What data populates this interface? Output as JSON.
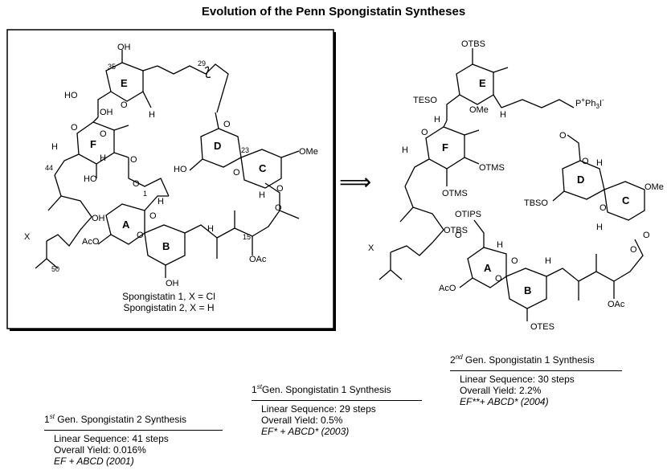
{
  "title": "Evolution of the Penn Spongistatin Syntheses",
  "left_structure": {
    "caption": [
      "Spongistatin 1, X = Cl",
      "Spongistatin 2, X = H"
    ],
    "rings": [
      "A",
      "B",
      "C",
      "D",
      "E",
      "F"
    ],
    "atom_labels": [
      "OH",
      "HO",
      "OH",
      "O",
      "H",
      "H",
      "HO",
      "H",
      "H",
      "O",
      "O",
      "O",
      "O",
      "O",
      "HO",
      "OMe",
      "H",
      "O",
      "OH",
      "H",
      "AcO",
      "O",
      "O",
      "H",
      "OH",
      "OAc",
      "O",
      "X",
      "O"
    ],
    "numbers": [
      "35",
      "29",
      "23",
      "44",
      "1",
      "15",
      "50"
    ]
  },
  "arrow": "⟹",
  "right_structure": {
    "rings": [
      "E",
      "F",
      "D",
      "C",
      "A",
      "B"
    ],
    "atom_labels": [
      "OTBS",
      "TESO",
      "OMe",
      "H",
      "H",
      "H",
      "OTMS",
      "OTMS",
      "OTBS",
      "X",
      "O",
      "H",
      "O",
      "TBSO",
      "O",
      "O",
      "OMe",
      "H",
      "O",
      "OTIPS",
      "O",
      "H",
      "AcO",
      "O",
      "O",
      "H",
      "O",
      "OAc",
      "OTES",
      "O",
      "O"
    ],
    "phosphonium": {
      "base": "P",
      "sup1": "+",
      "mid": "Ph",
      "sub": "3",
      "tail": "I",
      "sup2": "-"
    }
  },
  "syntheses": [
    {
      "ordinal": "1",
      "ordinal_suffix": "st",
      "heading": " Gen. Spongistatin 2 Synthesis",
      "linear": "Linear Sequence: 41 steps",
      "yield": "Overall Yield: 0.016%",
      "route": "EF + ABCD (2001)"
    },
    {
      "ordinal": "1",
      "ordinal_suffix": "st",
      "heading": "Gen. Spongistatin 1 Synthesis",
      "linear": "Linear Sequence: 29 steps",
      "yield": "Overall Yield: 0.5%",
      "route": "EF* + ABCD* (2003)"
    },
    {
      "ordinal": "2",
      "ordinal_suffix": "nd",
      "heading": " Gen. Spongistatin 1 Synthesis",
      "linear": "Linear Sequence: 30 steps",
      "yield": "Overall Yield: 2.2%",
      "route": "EF**+ ABCD* (2004)"
    }
  ]
}
